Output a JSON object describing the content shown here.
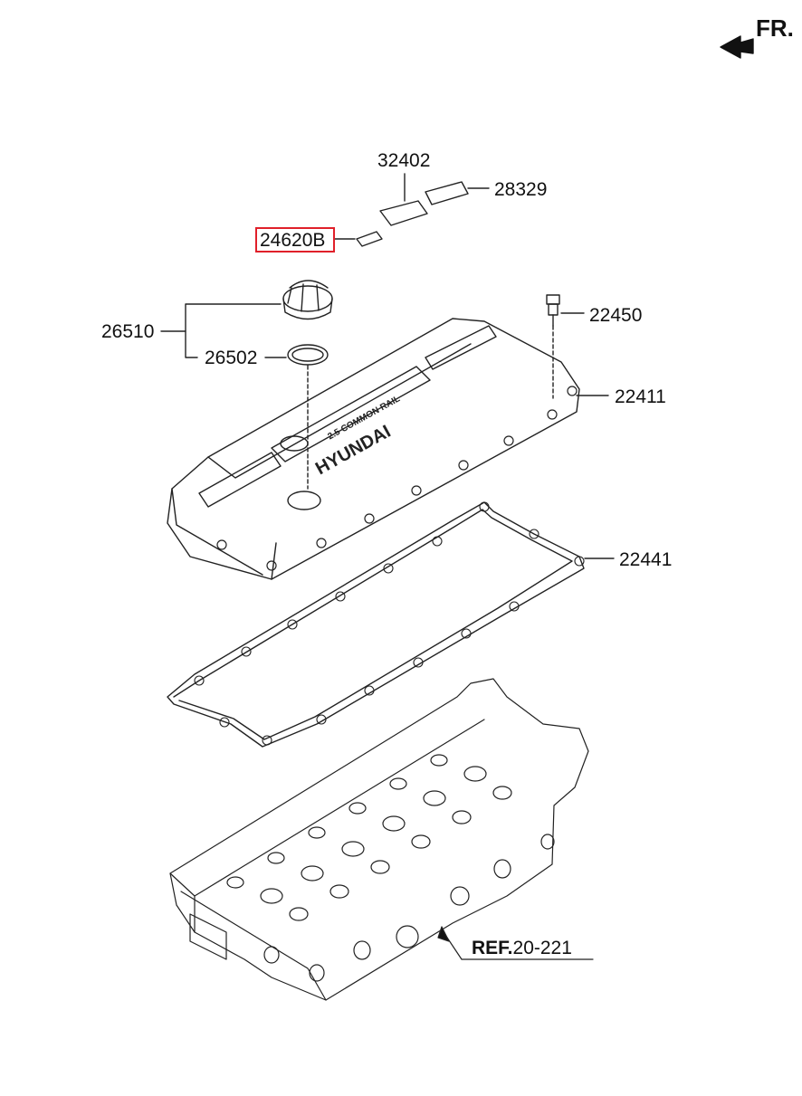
{
  "orientation": {
    "label": "FR."
  },
  "parts": {
    "p32402": "32402",
    "p28329": "28329",
    "p24620B": "24620B",
    "p26510": "26510",
    "p26502": "26502",
    "p22450": "22450",
    "p22411": "22411",
    "p22441": "22441"
  },
  "highlight_part": "24620B",
  "highlight_color": "#e0202a",
  "reference": {
    "prefix": "REF.",
    "value": "20-221"
  },
  "cover_branding": {
    "brand": "HYUNDAI",
    "sub": "2.5 COMMON RAIL"
  }
}
